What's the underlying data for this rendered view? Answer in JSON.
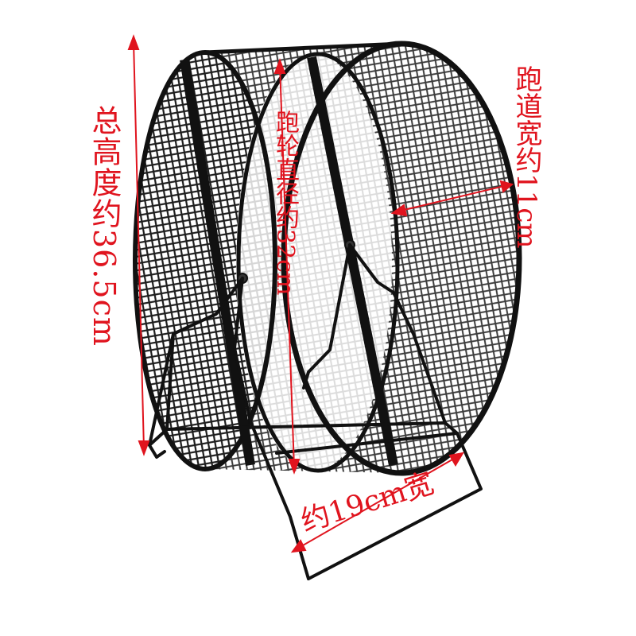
{
  "labels": {
    "total_height": "总高度约36.5cm",
    "wheel_diameter": "跑轮直径约32cm",
    "track_width": "跑道宽约11cm",
    "base_width": "约19cm宽"
  },
  "colors": {
    "annotation": "#e0141e",
    "wire": "#111111",
    "background": "#ffffff"
  },
  "icons": {
    "product": "hamster-wheel-icon"
  }
}
